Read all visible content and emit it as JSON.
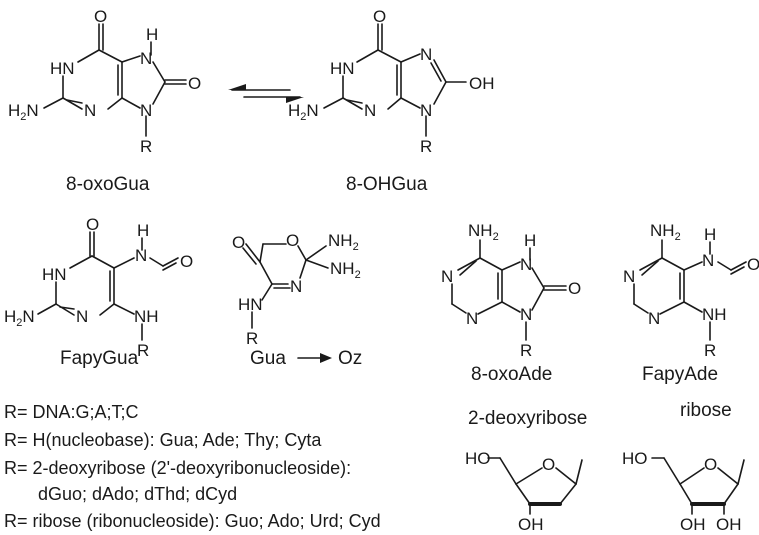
{
  "structures": {
    "oxoGua": {
      "name": "8-oxoGua",
      "O6": "O",
      "N1": "HN",
      "N7": "H",
      "N7b": "N",
      "O8": "O",
      "N3": "N",
      "N9": "N",
      "R": "R",
      "NH2": "H",
      "NH2sub": "2",
      "NH2tail": "N"
    },
    "OHGua": {
      "name": "8-OHGua",
      "O6": "O",
      "N1": "HN",
      "N7": "N",
      "OH": "OH",
      "N3": "N",
      "N9": "N",
      "R": "R",
      "NH2": "H",
      "NH2sub": "2",
      "NH2tail": "N"
    },
    "FapyGua": {
      "name": "FapyGua",
      "O": "O",
      "N1": "HN",
      "NHtop": "H",
      "NHtop2": "N",
      "CHO": "O",
      "NH": "NH",
      "N3": "N",
      "R": "R",
      "NH2": "H",
      "NH2sub": "2",
      "NH2tail": "N"
    },
    "Oz": {
      "name_from": "Gua",
      "name_to": "Oz",
      "O_exo": "O",
      "O_ring": "O",
      "NH2a": "NH",
      "NH2a_sub": "2",
      "NH2b": "NH",
      "NH2b_sub": "2",
      "N_ring": "N",
      "HN": "HN",
      "R": "R"
    },
    "oxoAde": {
      "name": "8-oxoAde",
      "NH2": "NH",
      "NH2sub": "2",
      "N1": "N",
      "N3": "N",
      "N7": "H",
      "N7b": "N",
      "O8": "O",
      "N9": "N",
      "R": "R"
    },
    "FapyAde": {
      "name": "FapyAde",
      "NH2": "NH",
      "NH2sub": "2",
      "N1": "N",
      "N3": "N",
      "NHtop": "H",
      "NHtop2": "N",
      "CHO": "O",
      "NH": "NH",
      "R": "R"
    }
  },
  "sugars": {
    "deoxyribose": {
      "label": "2-deoxyribose",
      "HO": "HO",
      "O": "O",
      "OH": "OH"
    },
    "ribose": {
      "label": "ribose",
      "HO": "HO",
      "O": "O",
      "OH1": "OH",
      "OH2": "OH"
    }
  },
  "r_definitions": [
    "R= DNA:G;A;T;C",
    "R= H(nucleobase): Gua; Ade; Thy; Cyta",
    "R= 2-deoxyribose (2'-deoxyribonucleoside):",
    "dGuo; dAdo; dThd; dCyd",
    "R= ribose (ribonucleoside): Guo; Ado; Urd; Cyd"
  ]
}
